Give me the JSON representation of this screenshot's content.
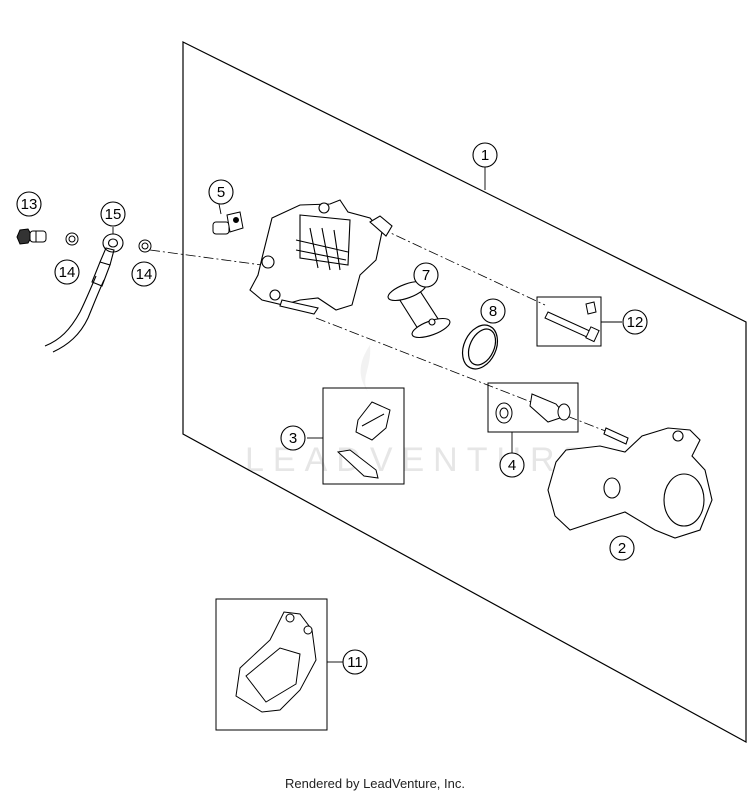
{
  "watermark": "LEADVENTURE",
  "footer": "Rendered by LeadVenture, Inc.",
  "callouts": {
    "c1": "1",
    "c2": "2",
    "c3": "3",
    "c4": "4",
    "c5": "5",
    "c6": "7",
    "c7": "8",
    "c8": "11",
    "c9": "12",
    "c10": "13",
    "c11": "14",
    "c12": "14",
    "c13": "15"
  }
}
